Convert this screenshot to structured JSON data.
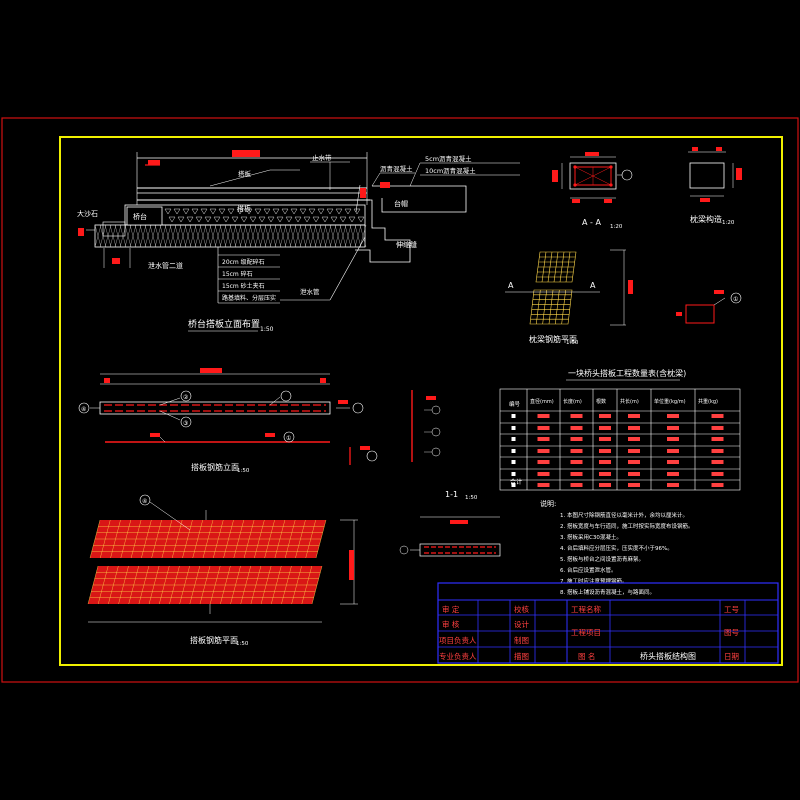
{
  "colors": {
    "background": "#000000",
    "outer_border": "#d01010",
    "inner_border": "#f0f000",
    "rebar_red": "#ff1a1a",
    "rebar_mesh": "#ffd84a",
    "line_white": "#ffffff",
    "title_block": "#3030ff",
    "text_white": "#ffffff",
    "text_yellow": "#ffff40",
    "text_red": "#ff2020"
  },
  "elevation": {
    "title": "桥台搭板立面布置",
    "scale": "1:50",
    "label_slab": "搭板",
    "label_abutment": "桥台",
    "label_backwall": "台帽",
    "label_fill": "大沙石",
    "label_paving": "沥青混凝土",
    "label_seal": "止水带",
    "label_drain_a": "泄水管",
    "label_drain_b": "泄水管二道",
    "label_layer_top": "5cm沥青混凝土",
    "label_layer_mid": "10cm沥青混凝土",
    "label_expansion": "伸缩缝",
    "layers": [
      "20cm 级配碎石",
      "15cm 碎石",
      "15cm 砂土夹石",
      "路基填料、分层压实"
    ]
  },
  "section_aa": {
    "title": "A - A",
    "scale": "1:20"
  },
  "anchor": {
    "title": "枕梁构造",
    "scale": "1:20"
  },
  "anchor_plan": {
    "title": "枕梁钢筋平面",
    "scale": "1:50",
    "cut_left": "A",
    "cut_right": "A"
  },
  "rebar_detail": {
    "mark": "①"
  },
  "rebar_elev": {
    "title": "搭板钢筋立面",
    "scale": "1:50",
    "marks": [
      "①",
      "②",
      "③",
      "④"
    ]
  },
  "rebar_plan": {
    "title": "搭板钢筋平面",
    "scale": "1:50",
    "mark": "④"
  },
  "section_11": {
    "title": "1-1",
    "scale": "1:50"
  },
  "quantity_table": {
    "title": "一块桥头搭板工程数量表(含枕梁)",
    "headers": [
      "编号",
      "直径(mm)",
      "长度(m)",
      "根数",
      "共长(m)",
      "单位重(kg/m)",
      "共重(kg)"
    ],
    "total_label": "合计"
  },
  "notes": {
    "heading": "说明:",
    "items": [
      "1. 本图尺寸除钢筋直径以毫米计外，余均以厘米计。",
      "2. 搭板宽度与车行道同，施工时按实际宽度布设钢筋。",
      "3. 搭板采用C30混凝土。",
      "4. 台后填料应分层压实，压实度不小于96%。",
      "5. 搭板与桥台之间设置沥青麻絮。",
      "6. 台后应设置泄水管。",
      "7. 施工时应注意预埋钢筋。",
      "8. 搭板上铺设沥青混凝土，与路面同。"
    ]
  },
  "title_block": {
    "left_rows": [
      [
        "审  定",
        "校核"
      ],
      [
        "审  核",
        "设计"
      ],
      [
        "项目负责人",
        "制图"
      ],
      [
        "专业负责人",
        "描图"
      ]
    ],
    "mid_rows": [
      [
        "工程名称",
        ""
      ],
      [
        "工程项目",
        ""
      ],
      [
        "图  名",
        "桥头搭板结构图"
      ]
    ],
    "right_rows": [
      [
        "工号",
        ""
      ],
      [
        "图号",
        ""
      ],
      [
        "日期",
        ""
      ]
    ]
  }
}
